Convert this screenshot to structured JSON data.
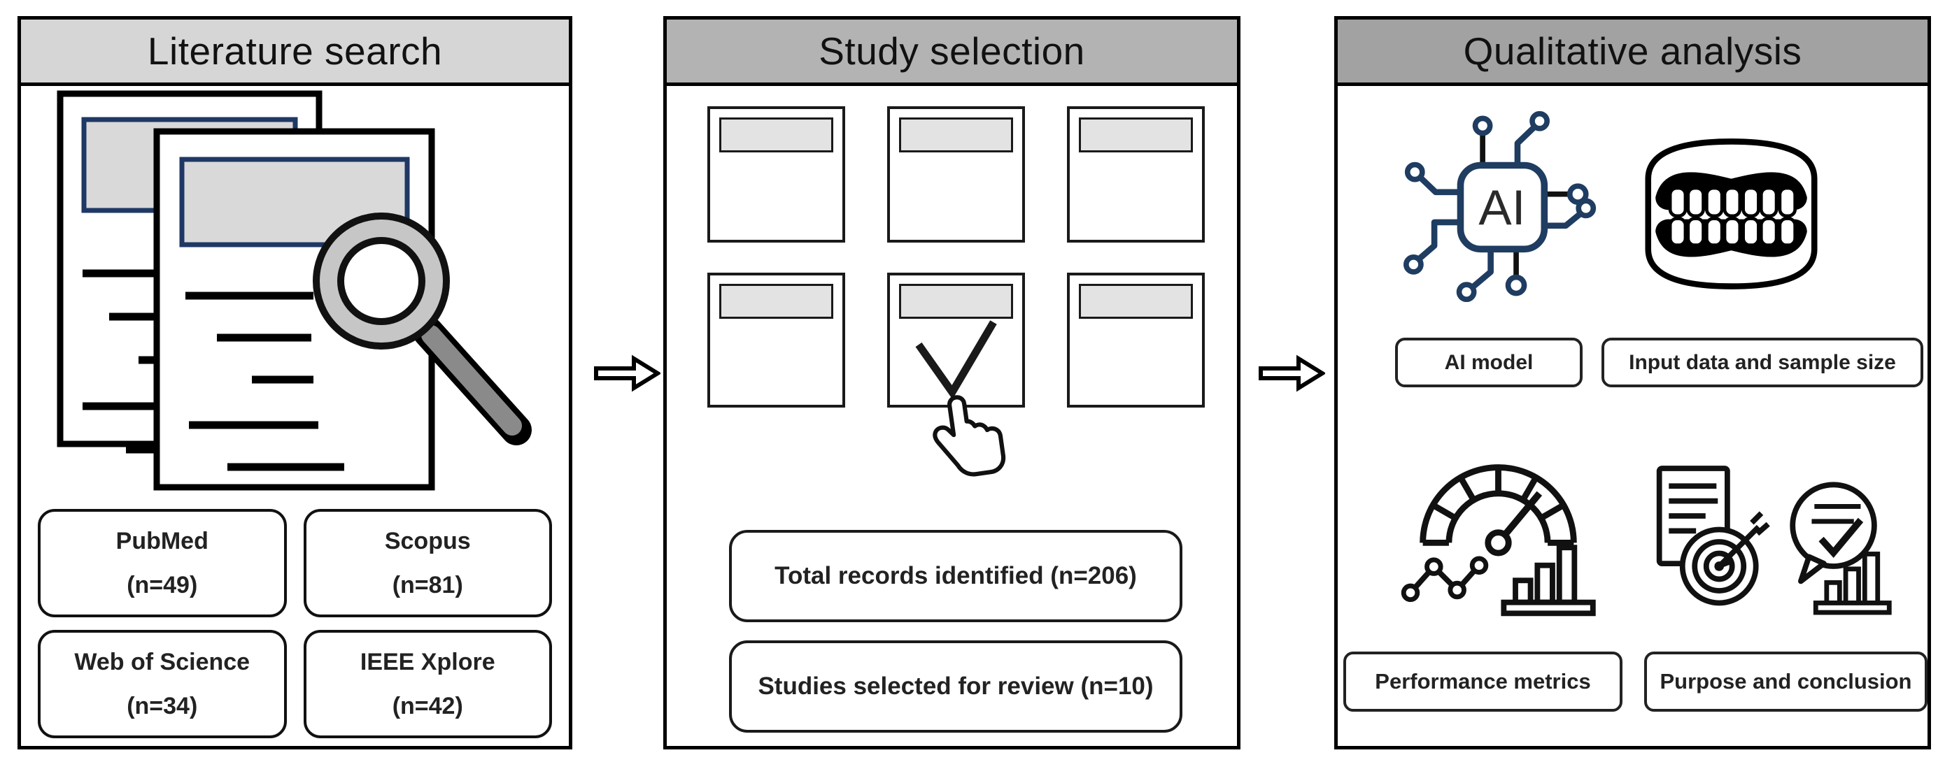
{
  "figure": {
    "panels": [
      {
        "title": "Literature search",
        "header_color": "#d6d6d6",
        "databases": [
          {
            "name": "PubMed",
            "count": "(n=49)"
          },
          {
            "name": "Scopus",
            "count": "(n=81)"
          },
          {
            "name": "Web of Science",
            "count": "(n=34)"
          },
          {
            "name": "IEEE Xplore",
            "count": "(n=42)"
          }
        ]
      },
      {
        "title": "Study selection",
        "header_color": "#b3b3b3",
        "results": [
          {
            "label": "Total records identified (n=206)"
          },
          {
            "label": "Studies selected for review (n=10)"
          }
        ]
      },
      {
        "title": "Qualitative analysis",
        "header_color": "#a2a2a2",
        "aspects": [
          {
            "label": "AI model",
            "icon": "ai-chip-icon"
          },
          {
            "label": "Input data and sample size",
            "icon": "dentures-icon"
          },
          {
            "label": "Performance metrics",
            "icon": "gauge-icon"
          },
          {
            "label": "Purpose and conclusion",
            "icon": "target-speech-icon"
          }
        ]
      }
    ],
    "colors": {
      "panel_border": "#000000",
      "navy_accent": "#1f3c61",
      "card_titlebar": "#e3e3e3",
      "doc_titlebar": "#d9d9d9",
      "magnifier_ring": "#c6c6c6",
      "magnifier_handle": "#8a8a8a"
    }
  }
}
